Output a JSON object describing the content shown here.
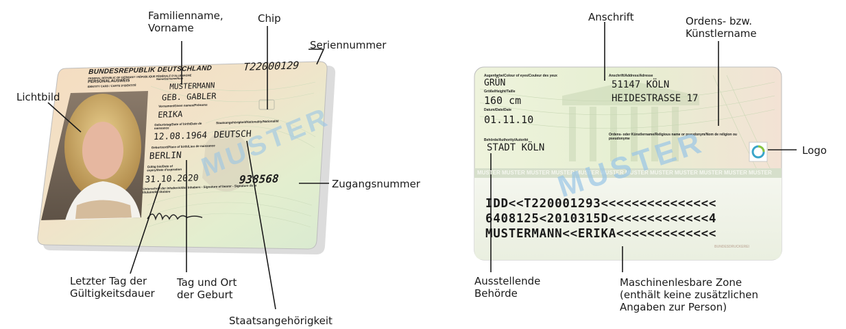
{
  "front_callouts": {
    "familienname": [
      "Familienname,",
      "Vorname"
    ],
    "chip": "Chip",
    "seriennummer": "Seriennummer",
    "lichtbild": "Lichtbild",
    "zugangsnummer": "Zugangsnummer",
    "letzter_tag": [
      "Letzter Tag der",
      "Gültigkeitsdauer"
    ],
    "tag_ort": [
      "Tag und Ort",
      "der Geburt"
    ],
    "staatsangehoerigkeit": "Staatsangehörigkeit"
  },
  "back_callouts": {
    "anschrift": "Anschrift",
    "ordensname": [
      "Ordens- bzw.",
      "Künstlername"
    ],
    "logo": "Logo",
    "ausstellende": [
      "Ausstellende",
      "Behörde"
    ],
    "mrz": [
      "Maschinenlesbare Zone",
      "(enthält keine zusätzlichen",
      "Angaben zur Person)"
    ]
  },
  "front_card": {
    "country": "BUNDESREPUBLIK DEUTSCHLAND",
    "country_sub": "FEDERAL REPUBLIC OF GERMANY / RÉPUBLIQUE FÉDÉRALE D'ALLEMAGNE",
    "doc_type": "PERSONALAUSWEIS",
    "doc_type_sub": "IDENTITY CARD / CARTE D'IDENTITÉ",
    "serial": "T22000129",
    "name_label": "Name/Surname/Nom",
    "surname": "MUSTERMANN",
    "birth_name": "GEB. GABLER",
    "given_label": "Vornamen/Given names/Prénoms",
    "given": "ERIKA",
    "dob_label": "Geburtstag/Date of birth/Date de naissance",
    "dob": "12.08.1964",
    "nat_label": "Staatsangehörigkeit/Nationality/Nationalité",
    "nationality": "DEUTSCH",
    "pob_label": "Geburtsort/Place of birth/Lieu de naissance",
    "pob": "BERLIN",
    "expiry_label": "Gültig bis/Date of expiry/Date d'expiration",
    "expiry": "31.10.2020",
    "signature_label": "Unterschrift der Inhaberin/des Inhabers - Signature of bearer - Signature de la titulaire/du titulaire",
    "can": "938568",
    "watermark": "MUSTER"
  },
  "back_card": {
    "eyes_label": "Augenfarbe/Colour of eyes/Couleur des yeux",
    "eyes": "GRÜN",
    "height_label": "Größe/Height/Taille",
    "height": "160 cm",
    "date_label": "Datum/Date/Date",
    "date": "01.11.10",
    "authority_label": "Behörde/Authority/Autorité",
    "authority": "STADT KÖLN",
    "address_label": "Anschrift/Address/Adresse",
    "address_city": "51147 KÖLN",
    "address_street": "HEIDESTRASSE 17",
    "religious_label": "Ordens- oder Künstlername/Religious name or pseudonym/Nom de religion ou pseudonyme",
    "strip_text": "MUSTER MUSTER MUSTER MUSTER MUSTER MUSTER MUSTER MUSTER MUSTER MUSTER MUSTER MUSTER",
    "watermark": "MUSTER",
    "mrz_line1": "IDD<<T220001293<<<<<<<<<<<<<<<",
    "mrz_line2": "6408125<2010315D<<<<<<<<<<<<<4",
    "mrz_line3": "MUSTERMANN<<ERIKA<<<<<<<<<<<<<",
    "printer": "BUNDESDRUCKEREI"
  },
  "colors": {
    "card_green": "#e4efcf",
    "card_peach": "#f3d8bb",
    "watermark_blue": "#9ac6e6",
    "line_dark": "#1a1a1a"
  }
}
